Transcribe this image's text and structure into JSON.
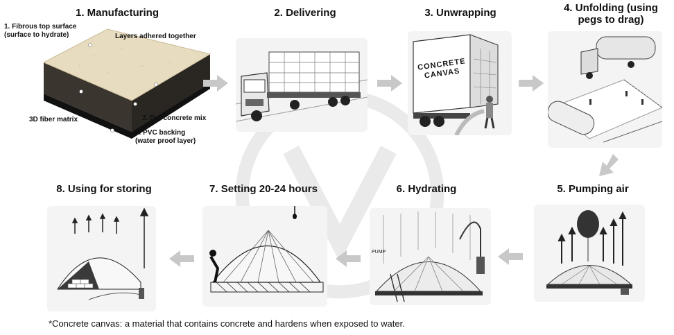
{
  "steps": [
    {
      "number": "1.",
      "title": "Manufacturing"
    },
    {
      "number": "2.",
      "title": "Delivering"
    },
    {
      "number": "3.",
      "title": "Unwrapping"
    },
    {
      "number": "4.",
      "title_line1": "Unfolding (using",
      "title_line2": "pegs to drag)"
    },
    {
      "number": "5.",
      "title": "Pumping air"
    },
    {
      "number": "6.",
      "title": "Hydrating"
    },
    {
      "number": "7.",
      "title": "Setting 20-24 hours"
    },
    {
      "number": "8.",
      "title": "Using for storing"
    }
  ],
  "manufacturing_labels": {
    "fibrous_line1": "1. Fibrous top surface",
    "fibrous_line2": "(surface to hydrate)",
    "layers": "Layers adhered together",
    "fiber_matrix": "3D fiber matrix",
    "dry_mix": "2. Dry concrete mix",
    "pvc_line1": "3. PVC backing",
    "pvc_line2": "(water proof layer)"
  },
  "truck_side_text_line1": "CONCRETE",
  "truck_side_text_line2": "CANVAS",
  "hydrating_pump_label": "PUMP",
  "footnote": "*Concrete canvas: a material that contains concrete and hardens when exposed to water.",
  "colors": {
    "arrow": "#c8c8c8",
    "panel_bg": "#f1f1f1",
    "canvas_top": "#e7dcc0",
    "core_dark": "#3b3530"
  }
}
